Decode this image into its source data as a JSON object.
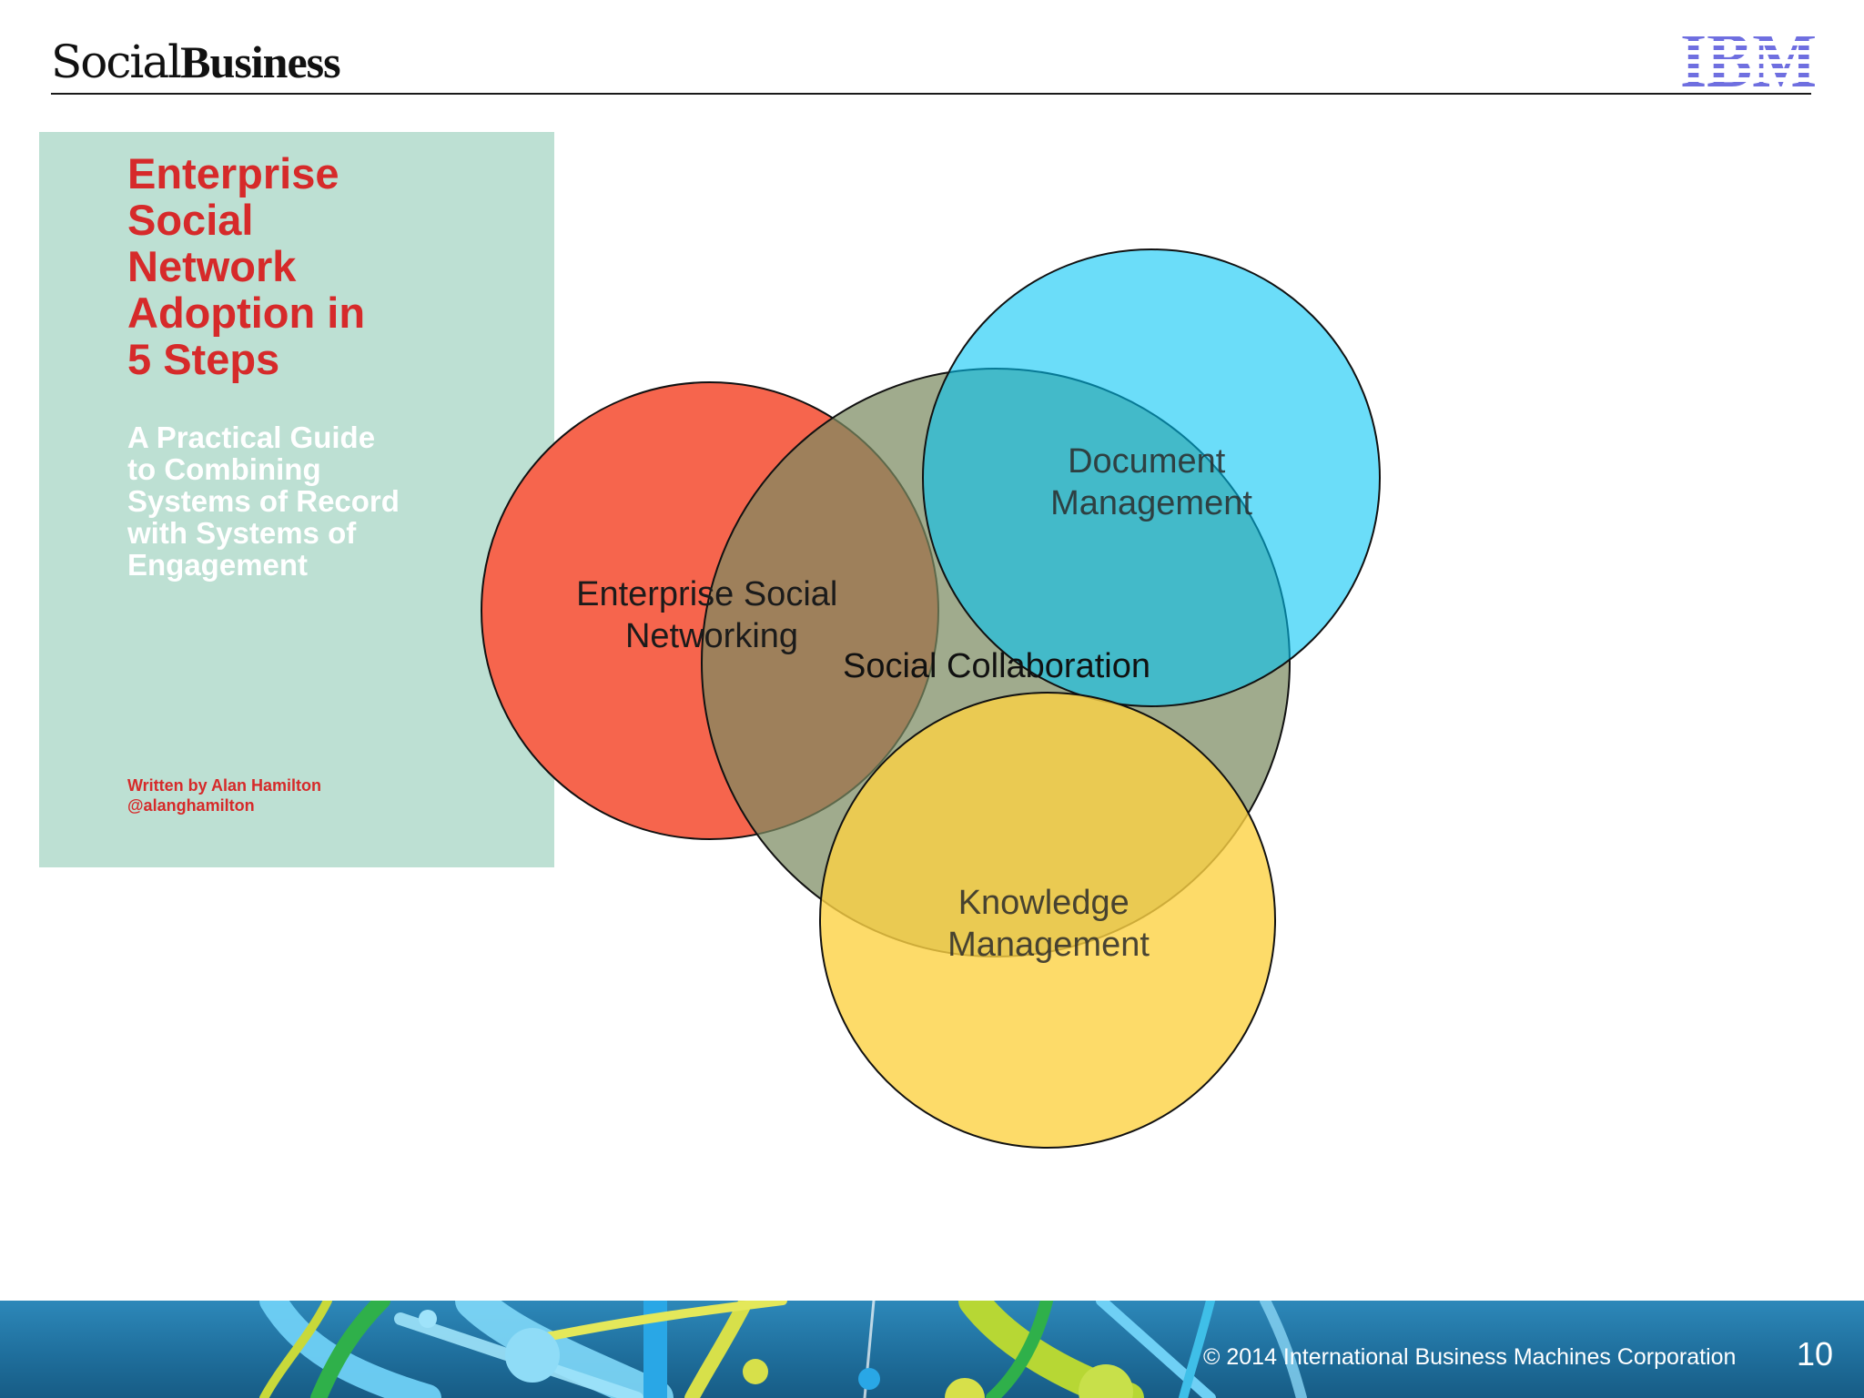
{
  "header": {
    "brand_light": "Social",
    "brand_bold": "Business",
    "logo_text": "IBM"
  },
  "book": {
    "title": "Enterprise\nSocial\nNetwork\nAdoption in\n5 Steps",
    "subtitle": "A Practical Guide\nto Combining\nSystems of Record\nwith Systems of\nEngagement",
    "author": "Written by Alan Hamilton\n@alanghamilton"
  },
  "diagram": {
    "circles": [
      {
        "name": "Enterprise Social Networking",
        "lines": [
          "Enterprise Social",
          "Networking"
        ],
        "color": "#f6654d"
      },
      {
        "name": "Social Collaboration",
        "lines": [
          "Social Collaboration"
        ],
        "color": "#7c8a61"
      },
      {
        "name": "Document Management",
        "lines": [
          "Document",
          "Management"
        ],
        "color": "#00c4f4"
      },
      {
        "name": "Knowledge Management",
        "lines": [
          "Knowledge",
          "Management"
        ],
        "color": "#fdd243"
      }
    ]
  },
  "footer": {
    "copyright": "© 2014 International Business Machines Corporation",
    "page_number": "10"
  }
}
